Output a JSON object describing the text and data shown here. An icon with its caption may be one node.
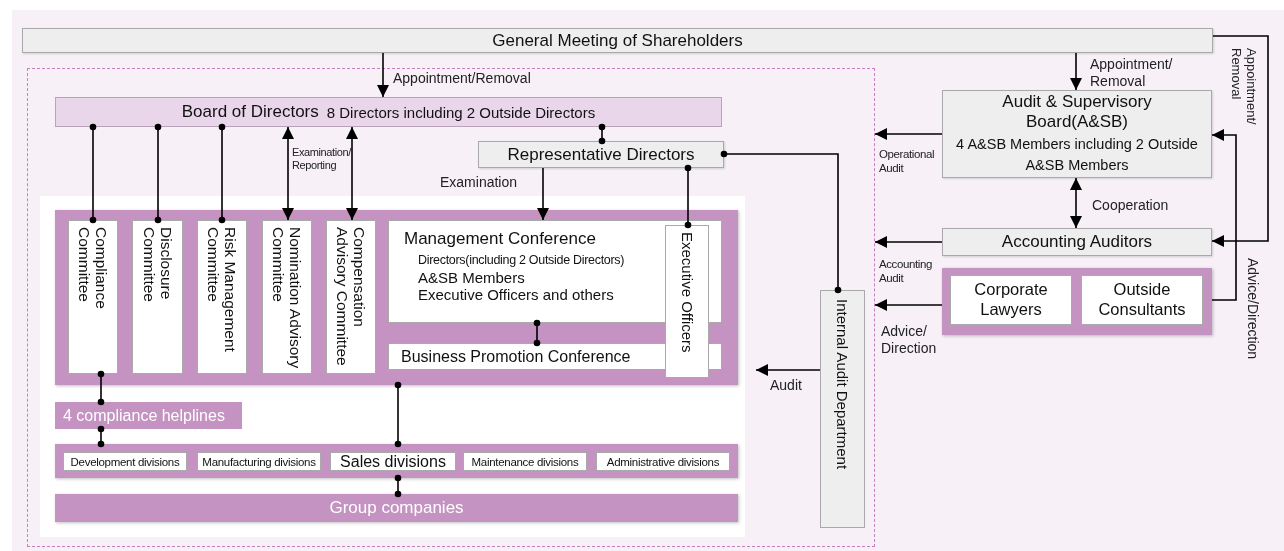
{
  "diagram": {
    "nodes": [
      {
        "text": [
          "General Meeting of Shareholders"
        ]
      },
      {
        "text": [],
        "shape": "box"
      },
      {
        "text": [
          "Board of Directors",
          "8 Directors including 2 Outside Directors"
        ],
        "in": 1
      },
      {
        "text": [
          "Representative Directors"
        ],
        "in": 1
      },
      {
        "text": [],
        "shape": "box",
        "in": 1
      },
      {
        "text": [
          "Compliance Committee"
        ],
        "in": 4
      },
      {
        "text": [
          "Disclosure Committee"
        ],
        "in": 4
      },
      {
        "text": [
          "Risk Management Committee"
        ],
        "in": 4
      },
      {
        "text": [
          "Nomination Advisory Committee"
        ],
        "in": 4
      },
      {
        "text": [
          "Compensation Advisory Committee"
        ],
        "in": 4
      },
      {
        "text": [
          "Management Conference",
          "Directors(including 2 Outside Directors)",
          "A&SB Members",
          "Executive Officers and others"
        ],
        "in": 4
      },
      {
        "text": [
          "Business Promotion Conference"
        ],
        "in": 4
      },
      {
        "text": [
          "Executive Officers"
        ],
        "in": 4
      },
      {
        "text": [
          "4 compliance helplines"
        ],
        "in": 1
      },
      {
        "text": [],
        "shape": "box",
        "in": 1
      },
      {
        "text": [
          "Development divisions"
        ],
        "in": 14
      },
      {
        "text": [
          "Manufacturing divisions"
        ],
        "in": 14
      },
      {
        "text": [
          "Sales divisions"
        ],
        "in": 14
      },
      {
        "text": [
          "Maintenance divisions"
        ],
        "in": 14
      },
      {
        "text": [
          "Administrative divisions"
        ],
        "in": 14
      },
      {
        "text": [
          "Group companies"
        ],
        "in": 1
      },
      {
        "text": [
          "Internal Audit Department"
        ],
        "in": 1
      },
      {
        "text": [
          "Audit & Supervisory Board(A&SB)",
          "4 A&SB Members including 2 Outside A&SB Members"
        ]
      },
      {
        "text": [
          "Accounting Auditors"
        ]
      },
      {
        "text": [],
        "shape": "box"
      },
      {
        "text": [
          "Corporate Lawyers"
        ],
        "in": 24
      },
      {
        "text": [
          "Outside Consultants"
        ],
        "in": 24
      }
    ],
    "edges": [
      {
        "from": 0,
        "to": 2,
        "arrow": "to",
        "label": "Appointment/Removal"
      },
      {
        "from": 0,
        "to": 22,
        "arrow": "to",
        "label": "Appointment/ Removal"
      },
      {
        "from": 0,
        "to": 23,
        "arrow": "to",
        "label": "Appointment/ Removal"
      },
      {
        "from": 2,
        "to": 3,
        "arrow": "other"
      },
      {
        "from": 2,
        "to": 5,
        "arrow": "other"
      },
      {
        "from": 2,
        "to": 6,
        "arrow": "other"
      },
      {
        "from": 2,
        "to": 7,
        "arrow": "other"
      },
      {
        "from": 2,
        "to": 8,
        "arrow": "both",
        "label": "Examination/ Reporting"
      },
      {
        "from": 2,
        "to": 9,
        "arrow": "both"
      },
      {
        "from": 3,
        "to": 10,
        "arrow": "to",
        "label": "Examination"
      },
      {
        "from": 3,
        "to": 12,
        "arrow": "other"
      },
      {
        "from": 3,
        "to": 21,
        "arrow": "other"
      },
      {
        "from": 10,
        "to": 11,
        "arrow": "other"
      },
      {
        "from": 5,
        "to": 13,
        "arrow": "other"
      },
      {
        "from": 13,
        "to": 14,
        "arrow": "other"
      },
      {
        "from": 4,
        "to": 14,
        "arrow": "other"
      },
      {
        "from": 14,
        "to": 20,
        "arrow": "other"
      },
      {
        "from": 21,
        "to": 4,
        "arrow": "to",
        "label": "Audit"
      },
      {
        "from": 22,
        "to": 1,
        "arrow": "to",
        "label": "Operational Audit"
      },
      {
        "from": 23,
        "to": 1,
        "arrow": "to",
        "label": "Accounting Audit"
      },
      {
        "from": 24,
        "to": 1,
        "arrow": "to",
        "label": "Advice/ Direction"
      },
      {
        "from": 22,
        "to": 23,
        "arrow": "both",
        "label": "Cooperation"
      },
      {
        "from": 24,
        "to": 22,
        "arrow": "to",
        "label": "Advice/Direction"
      }
    ]
  }
}
